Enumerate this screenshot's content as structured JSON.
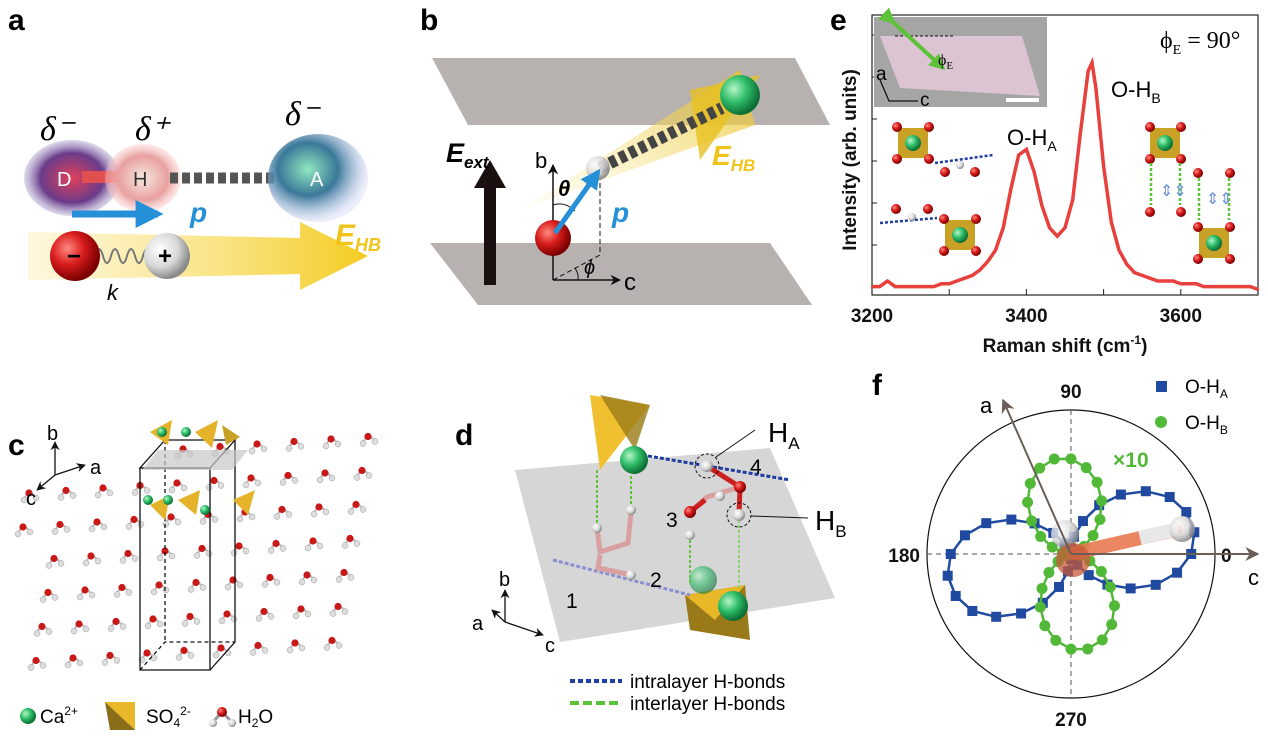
{
  "panels": {
    "a": {
      "label": "a",
      "delta_minus_left": "δ⁻",
      "delta_plus": "δ⁺",
      "delta_minus_right": "δ⁻",
      "donor": "D",
      "hydrogen": "H",
      "acceptor": "A",
      "dipole_label": "p",
      "field_label": "E",
      "field_sub": "HB",
      "minus": "−",
      "plus": "+",
      "spring_label": "k"
    },
    "b": {
      "label": "b",
      "ext_field": "E",
      "ext_sub": "ext",
      "axis_b": "b",
      "axis_c": "c",
      "theta": "θ",
      "phi": "ϕ",
      "dipole_label": "p",
      "field_label": "E",
      "field_sub": "HB"
    },
    "c": {
      "label": "c",
      "axis_b": "b",
      "axis_a": "a",
      "axis_c": "c",
      "legend": [
        {
          "label": "Ca",
          "sup": "2+"
        },
        {
          "label": "SO",
          "sub": "4",
          "sup": "2-"
        },
        {
          "label": "H",
          "sub": "2",
          "tail": "O"
        }
      ]
    },
    "d": {
      "label": "d",
      "ha": "H",
      "ha_sub": "A",
      "hb": "H",
      "hb_sub": "B",
      "numbers": [
        "1",
        "2",
        "3",
        "4"
      ],
      "axis_b": "b",
      "axis_a": "a",
      "axis_c": "c",
      "legend": [
        {
          "label": "intralayer H-bonds",
          "color": "#1f3fa0"
        },
        {
          "label": "interlayer H-bonds",
          "color": "#5cc238"
        }
      ]
    },
    "e": {
      "label": "e",
      "angle_note": "ϕ",
      "angle_note_sub": "E",
      "angle_note_value": " = 90°",
      "inset_axis_a": "a",
      "inset_axis_c": "c",
      "inset_phi": "ϕ",
      "inset_phi_sub": "E",
      "peak_a": "O-H",
      "peak_a_sub": "A",
      "peak_b": "O-H",
      "peak_b_sub": "B"
    },
    "f": {
      "label": "f",
      "axis_a": "a",
      "axis_c": "c",
      "scale_note": "×10"
    }
  },
  "colors": {
    "raman": "#e8403c",
    "oh_a": "#1f4aa0",
    "oh_b": "#52b838",
    "field": "#f0c419",
    "dipole": "#2590d8"
  },
  "chart_data": [
    {
      "type": "line",
      "panel": "e",
      "xlabel": "Raman shift (cm",
      "xlabel_sup": "-1",
      "xlabel_tail": ")",
      "ylabel": "Intensity (arb. units)",
      "xlim": [
        3200,
        3700
      ],
      "ylim": [
        0,
        1
      ],
      "xticks": [
        3200,
        3400,
        3600
      ],
      "x": [
        3200,
        3210,
        3220,
        3230,
        3240,
        3250,
        3260,
        3270,
        3280,
        3290,
        3300,
        3310,
        3320,
        3330,
        3340,
        3350,
        3360,
        3370,
        3380,
        3390,
        3400,
        3410,
        3420,
        3430,
        3440,
        3450,
        3460,
        3470,
        3480,
        3485,
        3490,
        3500,
        3510,
        3520,
        3530,
        3540,
        3550,
        3560,
        3570,
        3580,
        3590,
        3600,
        3610,
        3620,
        3630,
        3640,
        3650,
        3660,
        3670,
        3680,
        3690,
        3700
      ],
      "y": [
        0.03,
        0.03,
        0.05,
        0.03,
        0.03,
        0.03,
        0.03,
        0.03,
        0.03,
        0.04,
        0.04,
        0.05,
        0.06,
        0.07,
        0.09,
        0.12,
        0.16,
        0.24,
        0.38,
        0.5,
        0.52,
        0.44,
        0.32,
        0.24,
        0.21,
        0.24,
        0.34,
        0.58,
        0.8,
        0.83,
        0.74,
        0.46,
        0.26,
        0.16,
        0.11,
        0.08,
        0.07,
        0.06,
        0.05,
        0.05,
        0.05,
        0.04,
        0.04,
        0.04,
        0.03,
        0.03,
        0.03,
        0.03,
        0.03,
        0.03,
        0.03,
        0.02
      ]
    },
    {
      "type": "scatter",
      "subtype": "polar",
      "panel": "f",
      "angle_ticks": [
        "0",
        "90",
        "180",
        "270"
      ],
      "rmax": 1.15,
      "legend_placement": "top-right",
      "series": [
        {
          "name": "O-H",
          "name_sub": "A",
          "marker": "square",
          "color": "#1f4aa0",
          "theta": [
            0,
            10,
            20,
            30,
            40,
            50,
            60,
            70,
            80,
            90,
            100,
            110,
            120,
            130,
            140,
            150,
            160,
            170,
            180,
            190,
            200,
            210,
            220,
            230,
            240,
            250,
            260,
            270,
            280,
            290,
            300,
            310,
            320,
            330,
            340,
            350
          ],
          "r": [
            0.96,
            1.0,
            0.98,
            0.91,
            0.78,
            0.62,
            0.45,
            0.28,
            0.14,
            0.04,
            0.0,
            0.02,
            0.1,
            0.22,
            0.38,
            0.55,
            0.72,
            0.86,
            0.96,
            1.0,
            0.98,
            0.91,
            0.78,
            0.62,
            0.45,
            0.28,
            0.14,
            0.04,
            0.0,
            0.02,
            0.1,
            0.22,
            0.38,
            0.55,
            0.72,
            0.86
          ]
        },
        {
          "name": "O-H",
          "name_sub": "B",
          "marker": "circle",
          "color": "#52b838",
          "theta": [
            0,
            10,
            20,
            30,
            40,
            50,
            60,
            70,
            80,
            90,
            100,
            110,
            120,
            130,
            140,
            150,
            160,
            170,
            180,
            190,
            200,
            210,
            220,
            230,
            240,
            250,
            260,
            270,
            280,
            290,
            300,
            310,
            320,
            330,
            340,
            350
          ],
          "r": [
            0.01,
            0.0,
            0.04,
            0.12,
            0.23,
            0.36,
            0.49,
            0.61,
            0.7,
            0.76,
            0.77,
            0.73,
            0.65,
            0.54,
            0.41,
            0.28,
            0.16,
            0.07,
            0.01,
            0.0,
            0.04,
            0.12,
            0.23,
            0.36,
            0.49,
            0.61,
            0.7,
            0.76,
            0.77,
            0.73,
            0.65,
            0.54,
            0.41,
            0.28,
            0.16,
            0.07
          ]
        }
      ]
    }
  ]
}
